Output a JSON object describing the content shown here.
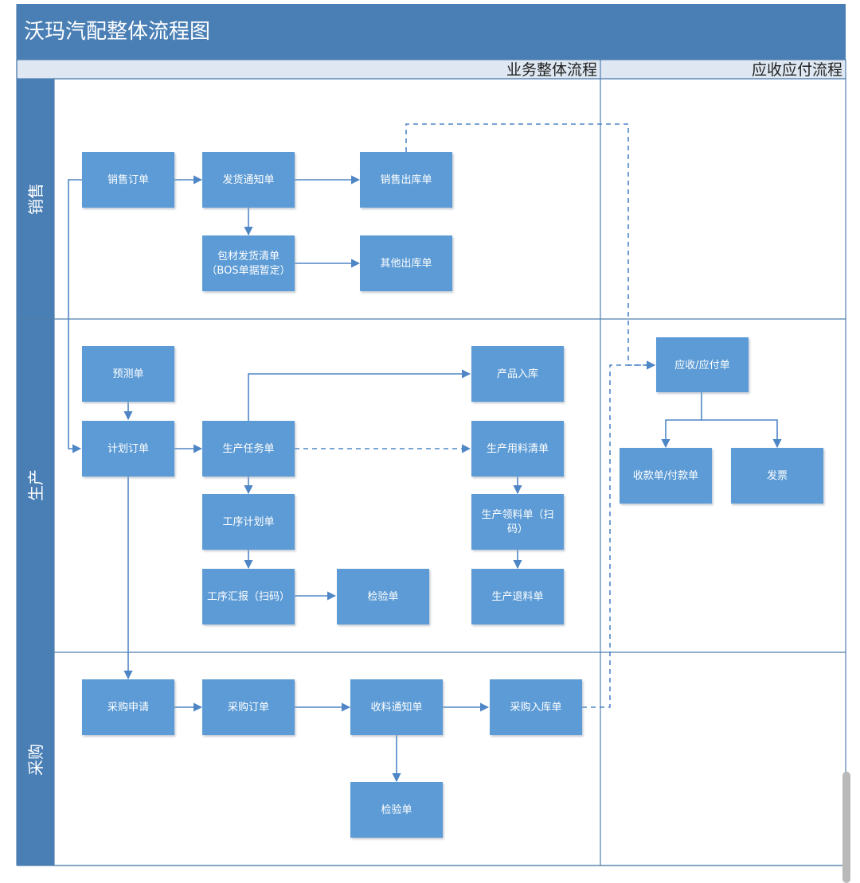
{
  "title": "沃玛汽配整体流程图",
  "columns": [
    "业务整体流程",
    "应收应付流程"
  ],
  "lanes": [
    "销售",
    "生产",
    "采购"
  ],
  "nodes": {
    "sales_order": "销售订单",
    "delivery_notice": "发货通知单",
    "sales_outbound": "销售出库单",
    "packaging_list": [
      "包材发货清单",
      "（BOS单据暂定）"
    ],
    "other_outbound": "其他出库单",
    "forecast": "预测单",
    "plan_order": "计划订单",
    "production_task": "生产任务单",
    "product_inbound": "产品入库",
    "material_list": "生产用料清单",
    "process_plan": "工序计划单",
    "material_pick": [
      "生产领料单（扫",
      "码）"
    ],
    "process_report": "工序汇报（扫码）",
    "inspection_production": "检验单",
    "material_return": "生产退料单",
    "ar_ap": "应收/应付单",
    "receipt_payment": "收款单/付款单",
    "invoice": "发票",
    "purchase_request": "采购申请",
    "purchase_order": "采购订单",
    "receiving_notice": "收料通知单",
    "purchase_inbound": "采购入库单",
    "inspection_purchase": "检验单"
  },
  "colors": {
    "header": "#4a7fb5",
    "lane_header": "#4a7fb5",
    "node_fill": "#5b9bd5",
    "edge": "#4f86c6",
    "grid_line": "#4f7fae"
  }
}
